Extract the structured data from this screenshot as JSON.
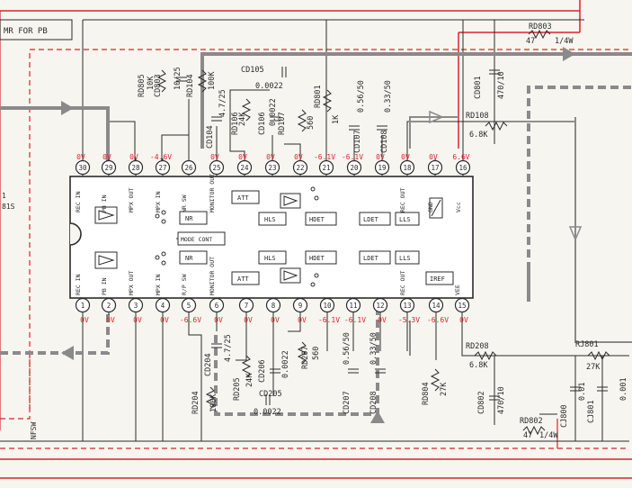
{
  "colors": {
    "paper": "#f6f5ef",
    "ink": "#2b2b2b",
    "red": "#d8242c",
    "grey": "#8a8a8a",
    "ic_body": "#ffffff"
  },
  "header_text": "MR FOR PB",
  "chip_ref_fragments": [
    "1",
    "81S"
  ],
  "nfsw_label": "NFSW",
  "pins_top": [
    {
      "n": "30",
      "v": "0V",
      "f": "REC IN"
    },
    {
      "n": "29",
      "v": "0V",
      "f": "PB IN"
    },
    {
      "n": "28",
      "v": "0V",
      "f": "MPX OUT"
    },
    {
      "n": "27",
      "v": "-4.6V",
      "f": "MPX IN"
    },
    {
      "n": "26",
      "v": "",
      "f": "NR SW"
    },
    {
      "n": "25",
      "v": "0V",
      "f": "MONITOR OUT"
    },
    {
      "n": "24",
      "v": "0V",
      "f": ""
    },
    {
      "n": "23",
      "v": "0V",
      "f": ""
    },
    {
      "n": "22",
      "v": "0V",
      "f": ""
    },
    {
      "n": "21",
      "v": "-6.1V",
      "f": ""
    },
    {
      "n": "20",
      "v": "-6.1V",
      "f": ""
    },
    {
      "n": "19",
      "v": "0V",
      "f": ""
    },
    {
      "n": "18",
      "v": "0V",
      "f": "REC OUT"
    },
    {
      "n": "17",
      "v": "0V",
      "f": "GND"
    },
    {
      "n": "16",
      "v": "6.6V",
      "f": "Vcc"
    }
  ],
  "pins_bottom": [
    {
      "n": "1",
      "v": "0V",
      "f": "REC IN"
    },
    {
      "n": "2",
      "v": "0V",
      "f": "PB IN"
    },
    {
      "n": "3",
      "v": "0V",
      "f": "MPX OUT"
    },
    {
      "n": "4",
      "v": "0V",
      "f": "MPX IN"
    },
    {
      "n": "5",
      "v": "-6.6V",
      "f": "R/P SW"
    },
    {
      "n": "6",
      "v": "0V",
      "f": "MONITOR OUT"
    },
    {
      "n": "7",
      "v": "0V",
      "f": ""
    },
    {
      "n": "8",
      "v": "0V",
      "f": ""
    },
    {
      "n": "9",
      "v": "0V",
      "f": ""
    },
    {
      "n": "10",
      "v": "-6.1V",
      "f": ""
    },
    {
      "n": "11",
      "v": "-6.1V",
      "f": ""
    },
    {
      "n": "12",
      "v": "0V",
      "f": ""
    },
    {
      "n": "13",
      "v": "-5.3V",
      "f": "REC OUT"
    },
    {
      "n": "14",
      "v": "-6.6V",
      "f": ""
    },
    {
      "n": "15",
      "v": "0V",
      "f": "VEE"
    }
  ],
  "blocks": [
    "NR",
    "NR",
    "MODE CONT",
    "ATT",
    "ATT",
    "HLS",
    "HDET",
    "LDET",
    "LLS",
    "HLS",
    "HDET",
    "LDET",
    "LLS",
    "IREF"
  ],
  "components": {
    "rd805": [
      "RD805",
      "10K"
    ],
    "cd803": [
      "CD803",
      "10/25"
    ],
    "rd104": [
      "RD104",
      "100K"
    ],
    "cd104": [
      "CD104",
      "4.7/25"
    ],
    "cd105": [
      "CD105",
      "0.0022"
    ],
    "rd106": [
      "RD106",
      "24K"
    ],
    "cd106": [
      "CD106",
      "0.0022"
    ],
    "rd107": [
      "RD107",
      "560"
    ],
    "rd801": [
      "RD801",
      "1K"
    ],
    "cd107": [
      "CD107",
      "0.56/50"
    ],
    "cd108": [
      "CD108",
      "0.33/50"
    ],
    "rd803": [
      "RD803",
      "47",
      "1/4W"
    ],
    "cd801": [
      "CD801",
      "470/10"
    ],
    "rd108": [
      "RD108",
      "6.8K"
    ],
    "cd204": [
      "CD204",
      "4.7/25"
    ],
    "rd205": [
      "RD205",
      "24K"
    ],
    "cd206": [
      "CD206",
      "0.0022"
    ],
    "rd207": [
      "RD207",
      "560"
    ],
    "cd205": [
      "CD205",
      "0.0022"
    ],
    "rd204": [
      "RD204",
      "100K"
    ],
    "cd207": [
      "CD207",
      "0.56/50"
    ],
    "cd208": [
      "CD208",
      "0.33/50"
    ],
    "rd804": [
      "RD804",
      "27K"
    ],
    "rd208": [
      "RD208",
      "6.8K"
    ],
    "cd802": [
      "CD802",
      "470/10"
    ],
    "rd802": [
      "RD802",
      "47",
      "1/4W"
    ],
    "cj800": [
      "CJ800",
      "0.01"
    ],
    "cj801": [
      "CJ801",
      "0.001"
    ],
    "rj801": [
      "RJ801",
      "27K"
    ]
  }
}
